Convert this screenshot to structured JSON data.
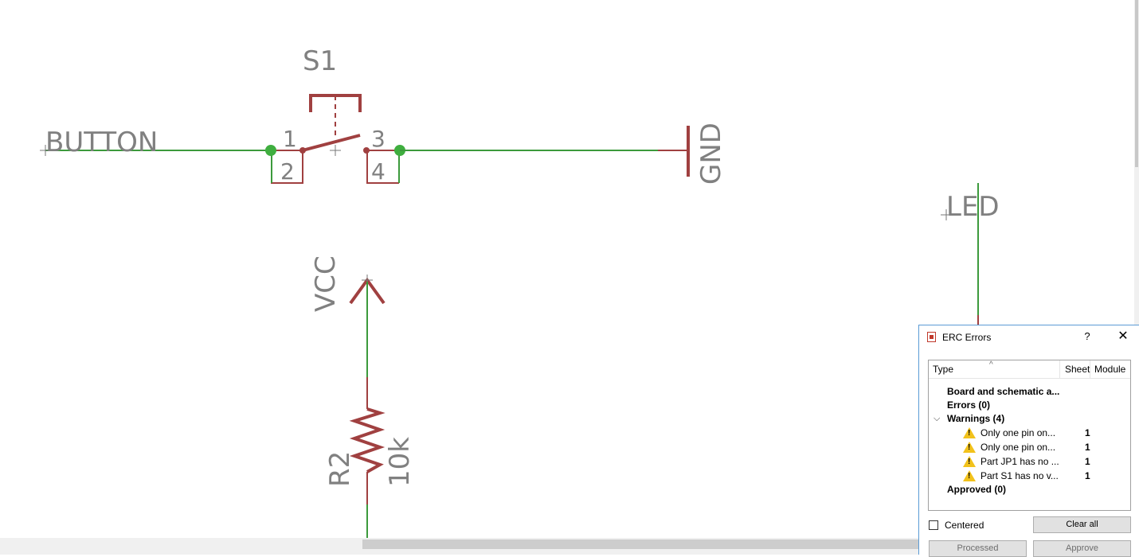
{
  "schematic": {
    "net_button": "BUTTON",
    "part_s1": "S1",
    "pin1": "1",
    "pin2": "2",
    "pin3": "3",
    "pin4": "4",
    "gnd_label": "GND",
    "led_label": "LED",
    "vcc_label": "VCC",
    "r2_label": "R2",
    "r2_value": "10k",
    "colors": {
      "wire": "#3c9a3c",
      "component": "#a04040",
      "junction": "#3fae3f",
      "label": "#808080"
    }
  },
  "dialog": {
    "title": "ERC Errors",
    "help_label": "?",
    "close_label": "✕",
    "columns": {
      "type": "Type",
      "sheet": "Sheet",
      "module": "Module"
    },
    "groups": {
      "board": "Board and schematic a...",
      "errors": "Errors (0)",
      "warnings": "Warnings (4)",
      "approved": "Approved (0)"
    },
    "warnings": [
      {
        "text": "Only one pin on...",
        "sheet": "1"
      },
      {
        "text": "Only one pin on...",
        "sheet": "1"
      },
      {
        "text": "Part JP1 has no ...",
        "sheet": "1"
      },
      {
        "text": "Part S1 has no v...",
        "sheet": "1"
      }
    ],
    "centered_label": "Centered",
    "clear_all_label": "Clear all",
    "processed_label": "Processed",
    "approve_label": "Approve",
    "icons": {
      "expander": "chevron-down-icon",
      "warning": "warning-icon",
      "sort": "sort-up-icon",
      "app": "erc-app-icon"
    }
  }
}
